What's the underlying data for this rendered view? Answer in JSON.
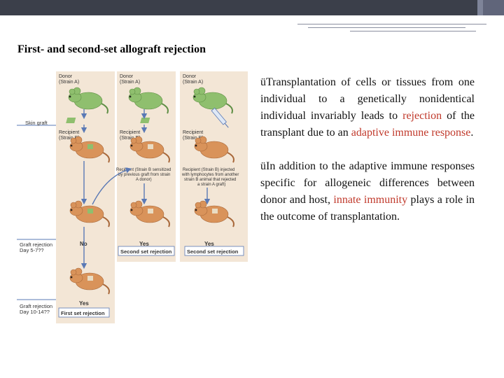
{
  "slide": {
    "title": "First- and second-set allograft rejection",
    "bullets": [
      {
        "check": "ü",
        "text_a": "Transplantation of cells or tissues from one individual to a genetically nonidentical individual invariably leads to ",
        "highlight_a": "rejection",
        "text_b": " of the transplant due to an ",
        "highlight_b": "adaptive immune response",
        "text_c": "."
      },
      {
        "check": "ü",
        "text_a": "In addition to the adaptive immune responses specific for allogeneic differences between donor and host, ",
        "highlight_a": "innate immunity",
        "text_b": " plays a role in the outcome of transplantation.",
        "highlight_b": "",
        "text_c": ""
      }
    ]
  },
  "figure": {
    "col1_donor": "Donor",
    "col1_strain": "(Strain A)",
    "col2_donor": "Donor",
    "col2_strain": "(Strain A)",
    "col3_donor": "Donor",
    "col3_strain": "(Strain A)",
    "skin_graft": "Skin graft",
    "recipient": "Recipient",
    "recipient_strain": "(Strain B)",
    "sensitized_1": "Recipient (Strain B sensitized",
    "sensitized_2": "by previous graft from strain",
    "sensitized_3": "A donor)",
    "injected_1": "Recipient (Strain B) injected",
    "injected_2": "with lymphocytes from another",
    "injected_3": "strain B animal that rejected",
    "injected_4": "a strain A graft)",
    "rej_label_1": "Graft rejection",
    "rej_label_1b": "Day 5-7??",
    "rej_label_2": "Graft rejection",
    "rej_label_2b": "Day 10-14??",
    "no": "No",
    "yes": "Yes",
    "second_set": "Second set rejection",
    "first_set": "First set rejection"
  },
  "colors": {
    "red_text": "#c0392b",
    "panel_bg": "#f3e6d6",
    "donor_mouse": "#8fbf6e",
    "recipient_mouse": "#d9935a"
  }
}
